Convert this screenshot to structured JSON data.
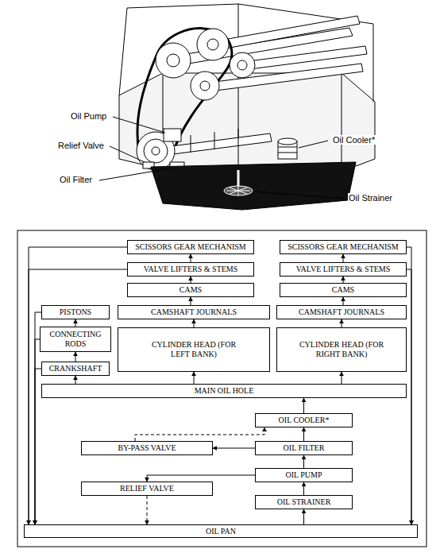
{
  "diagram": {
    "nodes": [
      {
        "text": [
          "SCISSORS GEAR MECHANISM"
        ]
      },
      {
        "text": [
          "SCISSORS GEAR MECHANISM"
        ]
      },
      {
        "text": [
          "VALVE LIFTERS & STEMS"
        ]
      },
      {
        "text": [
          "VALVE LIFTERS & STEMS"
        ]
      },
      {
        "text": [
          "CAMS"
        ]
      },
      {
        "text": [
          "CAMS"
        ]
      },
      {
        "text": [
          "PISTONS"
        ]
      },
      {
        "text": [
          "CAMSHAFT JOURNALS"
        ]
      },
      {
        "text": [
          "CAMSHAFT JOURNALS"
        ]
      },
      {
        "text": [
          "CONNECTING RODS"
        ]
      },
      {
        "text": [
          "CYLINDER HEAD (FOR LEFT BANK)"
        ]
      },
      {
        "text": [
          "CYLINDER HEAD (FOR RIGHT BANK)"
        ]
      },
      {
        "text": [
          "CRANKSHAFT"
        ]
      },
      {
        "text": [
          "MAIN OIL HOLE"
        ]
      },
      {
        "text": [
          "OIL COOLER*"
        ]
      },
      {
        "text": [
          "BY-PASS VALVE"
        ]
      },
      {
        "text": [
          "OIL FILTER"
        ]
      },
      {
        "text": [
          "OIL PUMP"
        ]
      },
      {
        "text": [
          "RELIEF VALVE"
        ]
      },
      {
        "text": [
          "OIL STRAINER"
        ]
      },
      {
        "text": [
          "OIL PAN"
        ]
      }
    ],
    "edges": [
      {
        "from": 20,
        "to": 19,
        "arrow": "to"
      },
      {
        "from": 19,
        "to": 17,
        "arrow": "to"
      },
      {
        "from": 17,
        "to": 16,
        "arrow": "to"
      },
      {
        "from": 16,
        "to": 14,
        "arrow": "to"
      },
      {
        "from": 14,
        "to": 13,
        "arrow": "to"
      },
      {
        "from": 17,
        "to": 18,
        "arrow": "to"
      },
      {
        "from": 18,
        "to": 20,
        "arrow": "to"
      },
      {
        "from": 16,
        "to": 15,
        "arrow": "to"
      },
      {
        "from": 15,
        "to": 14,
        "arrow": "to"
      },
      {
        "from": 13,
        "to": 12,
        "arrow": "to"
      },
      {
        "from": 12,
        "to": 9,
        "arrow": "to"
      },
      {
        "from": 9,
        "to": 6,
        "arrow": "to"
      },
      {
        "from": 13,
        "to": 10,
        "arrow": "to"
      },
      {
        "from": 13,
        "to": 11,
        "arrow": "to"
      },
      {
        "from": 10,
        "to": 7,
        "arrow": "to"
      },
      {
        "from": 7,
        "to": 4,
        "arrow": "to"
      },
      {
        "from": 4,
        "to": 2,
        "arrow": "to"
      },
      {
        "from": 2,
        "to": 0,
        "arrow": "to"
      },
      {
        "from": 11,
        "to": 8,
        "arrow": "to"
      },
      {
        "from": 8,
        "to": 5,
        "arrow": "to"
      },
      {
        "from": 5,
        "to": 3,
        "arrow": "to"
      },
      {
        "from": 3,
        "to": 1,
        "arrow": "to"
      },
      {
        "from": 0,
        "to": 20,
        "arrow": "to"
      },
      {
        "from": 2,
        "to": 20,
        "arrow": "to"
      },
      {
        "from": 6,
        "to": 20,
        "arrow": "to"
      },
      {
        "from": 9,
        "to": 20,
        "arrow": "to"
      },
      {
        "from": 12,
        "to": 20,
        "arrow": "to"
      },
      {
        "from": 1,
        "to": 20,
        "arrow": "to"
      },
      {
        "from": 3,
        "to": 20,
        "arrow": "to"
      }
    ],
    "labels": [
      "Oil Pump",
      "Relief Valve",
      "Oil Filter",
      "Oil Cooler*",
      "Oil Strainer"
    ]
  }
}
